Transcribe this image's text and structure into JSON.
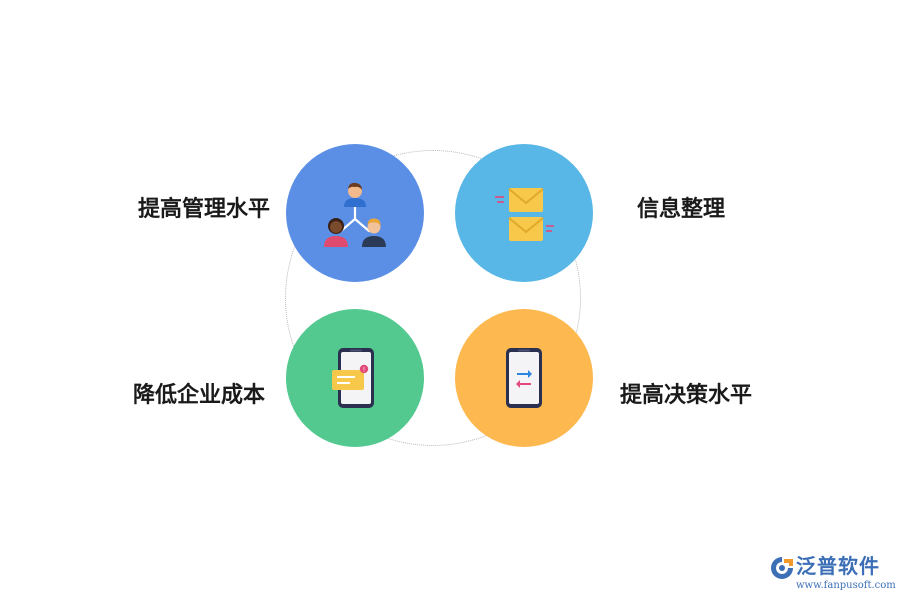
{
  "diagram": {
    "items": [
      {
        "label": "提高管理水平",
        "icon": "org-people-icon",
        "color": "#5b8fe5"
      },
      {
        "label": "信息整理",
        "icon": "envelopes-icon",
        "color": "#58b7e6"
      },
      {
        "label": "降低企业成本",
        "icon": "phone-message-icon",
        "color": "#53c98f"
      },
      {
        "label": "提高决策水平",
        "icon": "phone-exchange-icon",
        "color": "#fdb94f"
      }
    ]
  },
  "brand": {
    "name": "泛普软件",
    "url": "www.fanpusoft.com",
    "color": "#3d6fb6"
  }
}
